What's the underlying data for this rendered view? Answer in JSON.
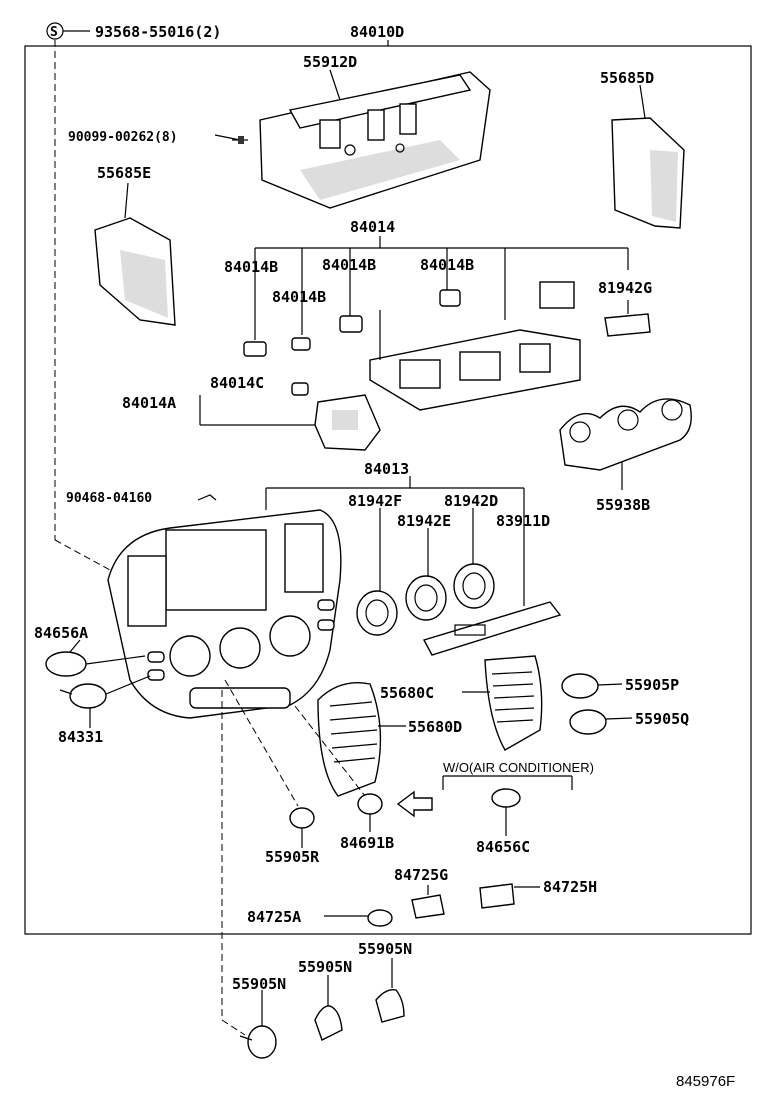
{
  "labels": {
    "screw_ref": "93568-55016(2)",
    "screw_marker": "S",
    "assy": "84010D",
    "panel": "55912D",
    "bolt": "90099-00262(8)",
    "duct_right": "55685D",
    "duct_left": "55685E",
    "switch_set": "84014",
    "sw_b1": "84014B",
    "sw_b2": "84014B",
    "sw_b3": "84014B",
    "sw_b4": "84014B",
    "lamp": "81942G",
    "sw_c": "84014C",
    "sw_a": "84014A",
    "bezel": "84013",
    "clip": "90468-04160",
    "ring_f": "81942F",
    "ring_d": "81942D",
    "ring_e": "81942E",
    "plate_d": "83911D",
    "cover_b": "55938B",
    "knob_a": "84656A",
    "vent_c": "55680C",
    "knob_p": "55905P",
    "vent_d": "55680D",
    "knob_q": "55905Q",
    "switch_331": "84331",
    "wo_ac": "W/O(AIR CONDITIONER)",
    "knob_r": "55905R",
    "sw_691b": "84691B",
    "knob_656c": "84656C",
    "sw_725g": "84725G",
    "sw_725h": "84725H",
    "sw_725a": "84725A",
    "knob_n1": "55905N",
    "knob_n2": "55905N",
    "knob_n3": "55905N",
    "figure_no": "845976F"
  }
}
